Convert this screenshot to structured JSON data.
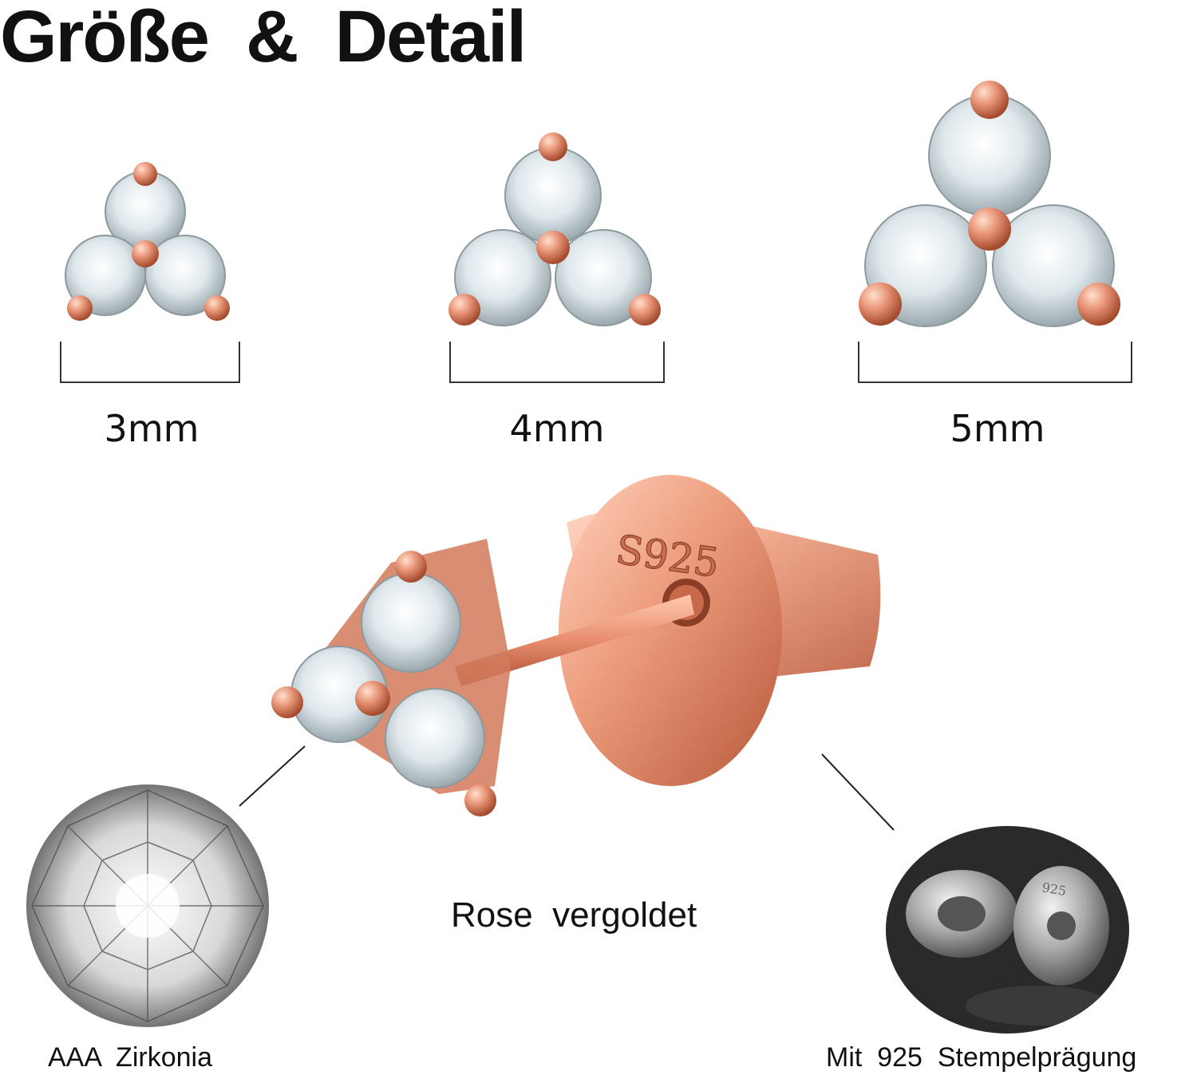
{
  "title": "Größe  &  Detail",
  "sizes": [
    {
      "label": "3mm"
    },
    {
      "label": "4mm"
    },
    {
      "label": "5mm"
    }
  ],
  "detail": {
    "stamp": "S925",
    "material_caption": "Rose  vergoldet",
    "zirconia_caption": "AAA  Zirkonia",
    "stamp_caption": "Mit  925  Stempelprägung",
    "backing_stamp": "925"
  },
  "colors": {
    "rose_gold": "#e9967a",
    "rose_gold_dark": "#b85a3c",
    "stone": "#e6eef2"
  }
}
